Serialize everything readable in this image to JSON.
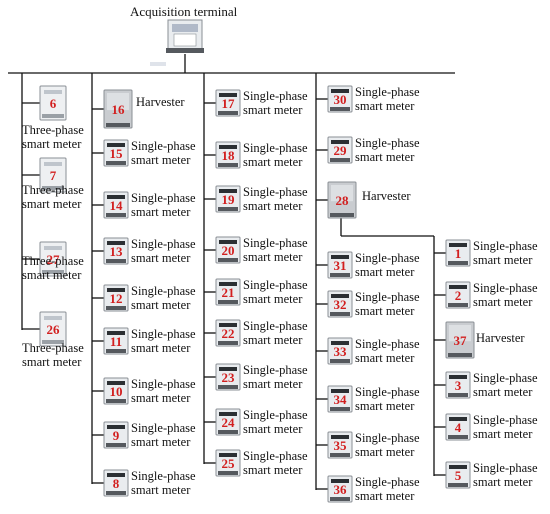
{
  "title": "Acquisition terminal",
  "terminal_id": "",
  "colors": {
    "line": "#111111",
    "id_text": "#d21f1f",
    "device_body": "#e9ecef",
    "device_border": "#8a8f95",
    "device_screen": "#2b2f33",
    "device_terminal_block": "#55595e",
    "harvester_body": "#c9ccd0",
    "terminal_accent": "#b0b9c8"
  },
  "labels": {
    "three_phase_line1": "Three-phase",
    "three_phase_line2": "smart meter",
    "single_phase_line1": "Single-phase",
    "single_phase_line2": "smart meter",
    "harvester": "Harvester"
  },
  "devices": [
    {
      "id": "6",
      "kind": "three_phase"
    },
    {
      "id": "7",
      "kind": "three_phase"
    },
    {
      "id": "27",
      "kind": "three_phase"
    },
    {
      "id": "26",
      "kind": "three_phase"
    },
    {
      "id": "16",
      "kind": "harvester"
    },
    {
      "id": "15",
      "kind": "single_phase"
    },
    {
      "id": "14",
      "kind": "single_phase"
    },
    {
      "id": "13",
      "kind": "single_phase"
    },
    {
      "id": "12",
      "kind": "single_phase"
    },
    {
      "id": "11",
      "kind": "single_phase"
    },
    {
      "id": "10",
      "kind": "single_phase"
    },
    {
      "id": "9",
      "kind": "single_phase"
    },
    {
      "id": "8",
      "kind": "single_phase"
    },
    {
      "id": "17",
      "kind": "single_phase"
    },
    {
      "id": "18",
      "kind": "single_phase"
    },
    {
      "id": "19",
      "kind": "single_phase"
    },
    {
      "id": "20",
      "kind": "single_phase"
    },
    {
      "id": "21",
      "kind": "single_phase"
    },
    {
      "id": "22",
      "kind": "single_phase"
    },
    {
      "id": "23",
      "kind": "single_phase"
    },
    {
      "id": "24",
      "kind": "single_phase"
    },
    {
      "id": "25",
      "kind": "single_phase"
    },
    {
      "id": "30",
      "kind": "single_phase"
    },
    {
      "id": "29",
      "kind": "single_phase"
    },
    {
      "id": "28",
      "kind": "harvester"
    },
    {
      "id": "31",
      "kind": "single_phase"
    },
    {
      "id": "32",
      "kind": "single_phase"
    },
    {
      "id": "33",
      "kind": "single_phase"
    },
    {
      "id": "34",
      "kind": "single_phase"
    },
    {
      "id": "35",
      "kind": "single_phase"
    },
    {
      "id": "36",
      "kind": "single_phase"
    },
    {
      "id": "1",
      "kind": "single_phase"
    },
    {
      "id": "2",
      "kind": "single_phase"
    },
    {
      "id": "37",
      "kind": "harvester"
    },
    {
      "id": "3",
      "kind": "single_phase"
    },
    {
      "id": "4",
      "kind": "single_phase"
    },
    {
      "id": "5",
      "kind": "single_phase"
    }
  ],
  "edges": [
    [
      "terminal",
      "6"
    ],
    [
      "terminal",
      "7"
    ],
    [
      "terminal",
      "27"
    ],
    [
      "terminal",
      "26"
    ],
    [
      "terminal",
      "16"
    ],
    [
      "terminal",
      "15"
    ],
    [
      "terminal",
      "14"
    ],
    [
      "terminal",
      "13"
    ],
    [
      "terminal",
      "12"
    ],
    [
      "terminal",
      "11"
    ],
    [
      "terminal",
      "10"
    ],
    [
      "terminal",
      "9"
    ],
    [
      "terminal",
      "8"
    ],
    [
      "terminal",
      "17"
    ],
    [
      "terminal",
      "18"
    ],
    [
      "terminal",
      "19"
    ],
    [
      "terminal",
      "20"
    ],
    [
      "terminal",
      "21"
    ],
    [
      "terminal",
      "22"
    ],
    [
      "terminal",
      "23"
    ],
    [
      "terminal",
      "24"
    ],
    [
      "terminal",
      "25"
    ],
    [
      "terminal",
      "30"
    ],
    [
      "terminal",
      "29"
    ],
    [
      "terminal",
      "28"
    ],
    [
      "terminal",
      "31"
    ],
    [
      "terminal",
      "32"
    ],
    [
      "terminal",
      "33"
    ],
    [
      "terminal",
      "34"
    ],
    [
      "terminal",
      "35"
    ],
    [
      "terminal",
      "36"
    ],
    [
      "28",
      "1"
    ],
    [
      "28",
      "2"
    ],
    [
      "28",
      "37"
    ],
    [
      "28",
      "3"
    ],
    [
      "28",
      "4"
    ],
    [
      "28",
      "5"
    ]
  ]
}
